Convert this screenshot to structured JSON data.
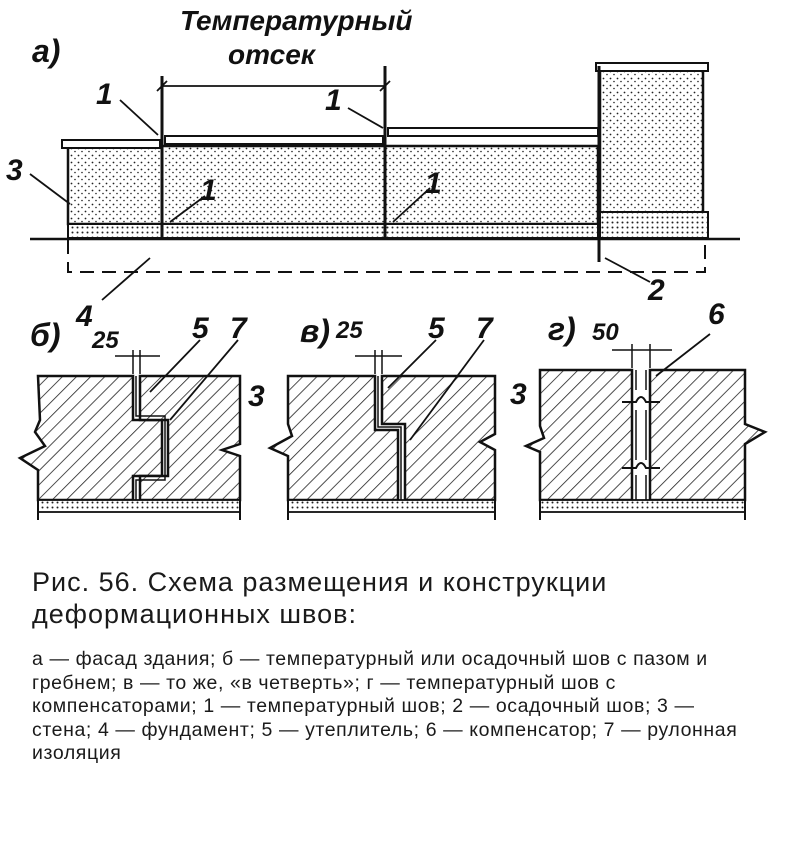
{
  "figure": {
    "title_top": "Температурный",
    "title_top2": "отсек",
    "panel_a": "а)",
    "panel_b": "б)",
    "panel_v": "в)",
    "panel_g": "г)",
    "dim_25_b": "25",
    "dim_25_v": "25",
    "dim_50_g": "50",
    "n1": "1",
    "n2": "2",
    "n3": "3",
    "n4": "4",
    "n5": "5",
    "n6": "6",
    "n7": "7"
  },
  "caption": {
    "line1": "Рис. 56. Схема размещения и конструкции деформационных швов:"
  },
  "legend": {
    "text": "а — фасад здания; б — температурный или осадочный шов с пазом и гребнем; в — то же, «в четверть»; г — температурный шов с компенсаторами; 1 — температурный шов; 2 — осадочный шов; 3 — стена; 4 — фундамент; 5 — утеплитель; 6 — компенсатор; 7 — рулонная изоляция"
  }
}
